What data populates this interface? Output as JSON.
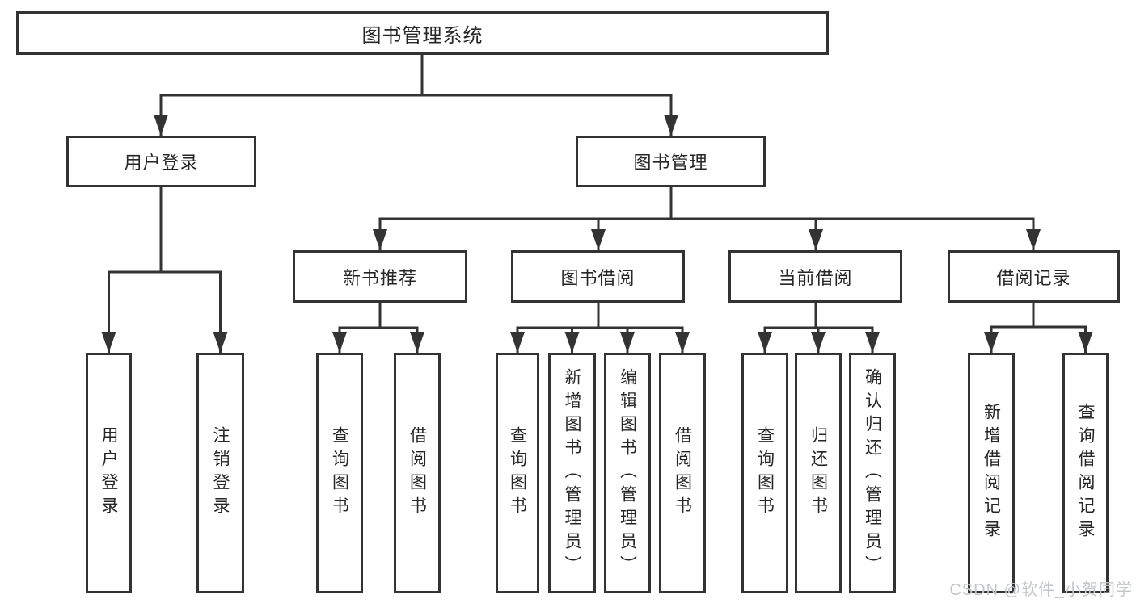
{
  "diagram": {
    "root": "图书管理系统",
    "branches": [
      {
        "label": "用户登录",
        "children": [
          "用户登录",
          "注销登录"
        ]
      },
      {
        "label": "图书管理",
        "groups": [
          {
            "label": "新书推荐",
            "children": [
              "查询图书",
              "借阅图书"
            ]
          },
          {
            "label": "图书借阅",
            "children": [
              "查询图书",
              "新增图书（管理员）",
              "编辑图书（管理员）",
              "借阅图书"
            ]
          },
          {
            "label": "当前借阅",
            "children": [
              "查询图书",
              "归还图书",
              "确认归还（管理员）"
            ]
          },
          {
            "label": "借阅记录",
            "children": [
              "新增借阅记录",
              "查询借阅记录"
            ]
          }
        ]
      }
    ]
  },
  "watermark": {
    "text": "CSDN @软件_小贺同学"
  },
  "colors": {
    "line": "#333333",
    "box_border": "#333333",
    "box_fill": "#ffffff",
    "text": "#262626",
    "watermark": "#c3c6c9",
    "background": "#ffffff"
  }
}
